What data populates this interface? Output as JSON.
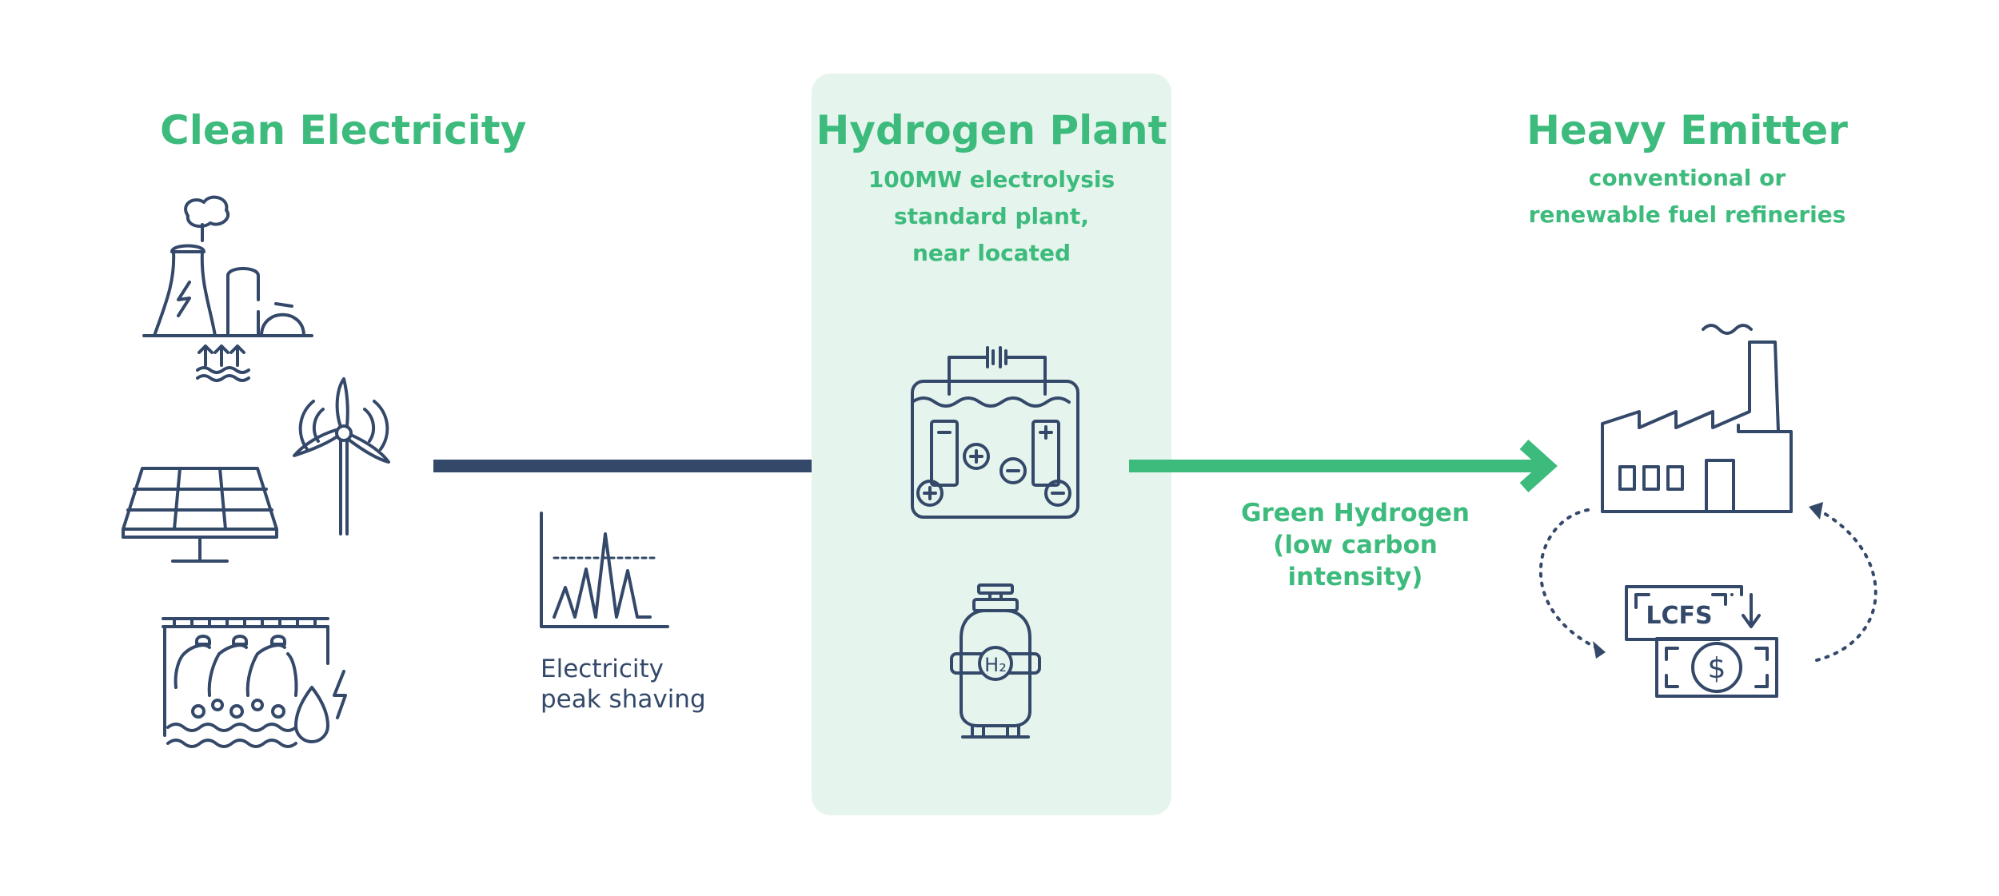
{
  "columns": {
    "clean_electricity": {
      "title": "Clean Electricity"
    },
    "hydrogen_plant": {
      "title": "Hydrogen Plant",
      "subtitle_lines": [
        "100MW electrolysis",
        "standard plant,",
        "near located"
      ]
    },
    "heavy_emitter": {
      "title": "Heavy Emitter",
      "subtitle_lines": [
        "conventional or",
        "renewable fuel refineries"
      ]
    }
  },
  "labels": {
    "peak_shaving": [
      "Electricity",
      "peak shaving"
    ],
    "green_hydrogen": [
      "Green Hydrogen",
      "(low carbon",
      "intensity)"
    ],
    "lcfs_card": "LCFS",
    "dollar_sign": "$",
    "h2_tank": "H₂"
  },
  "icons": [
    "nuclear-plant-icon",
    "wind-turbine-icon",
    "solar-panel-icon",
    "hydro-dam-icon",
    "peak-shaving-chart-icon",
    "electrolyzer-icon",
    "hydrogen-tank-icon",
    "factory-icon",
    "lcfs-credit-icon",
    "dollar-bill-icon"
  ],
  "colors": {
    "green": "#3dbb7d",
    "navy": "#34496a",
    "panel": "#e5f4ec"
  }
}
